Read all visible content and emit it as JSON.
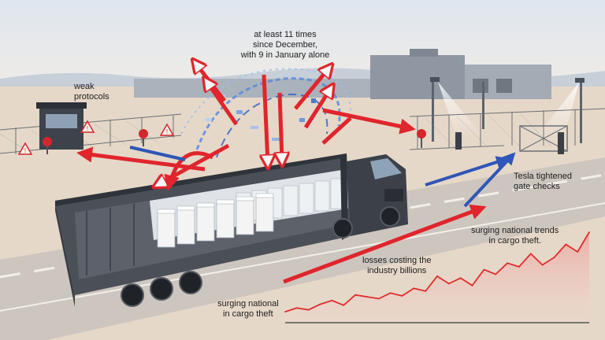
{
  "annotations": {
    "incident_count": "at least 11 times\nsince December,\nwith 9 in January alone",
    "weak_protocols": "weak\nprotocols",
    "gate_checks": "Tesla tightened\ngate checks",
    "trends_top": "surging national trends\nin cargo theft.",
    "losses": "losses costing the\nindustry billions",
    "trends_bottom": "surging national\nin cargo theft"
  },
  "colors": {
    "sky": "#e9edf3",
    "ground": "#e6d8c8",
    "road": "#c9c3bd",
    "trailer": "#4b4f57",
    "cab": "#3c4048",
    "arrow_red": "#e0252d",
    "arrow_blue": "#2f56b8",
    "pack_white": "#f4f4f4",
    "building": "#9aa3ad",
    "chart_line": "#e02b2b"
  },
  "icons": [
    "warning-sign-icon",
    "stop-sign-icon",
    "digital-swirl-icon",
    "floodlight-icon"
  ],
  "chart_data": {
    "type": "area",
    "values": [
      10,
      14,
      12,
      18,
      22,
      17,
      28,
      26,
      24,
      30,
      27,
      35,
      32,
      48,
      40,
      46,
      38,
      55,
      50,
      62,
      58,
      72,
      60,
      68,
      82,
      74,
      95
    ],
    "title": "",
    "xlabel": "",
    "ylabel": "",
    "grid": false,
    "legend": "none"
  }
}
